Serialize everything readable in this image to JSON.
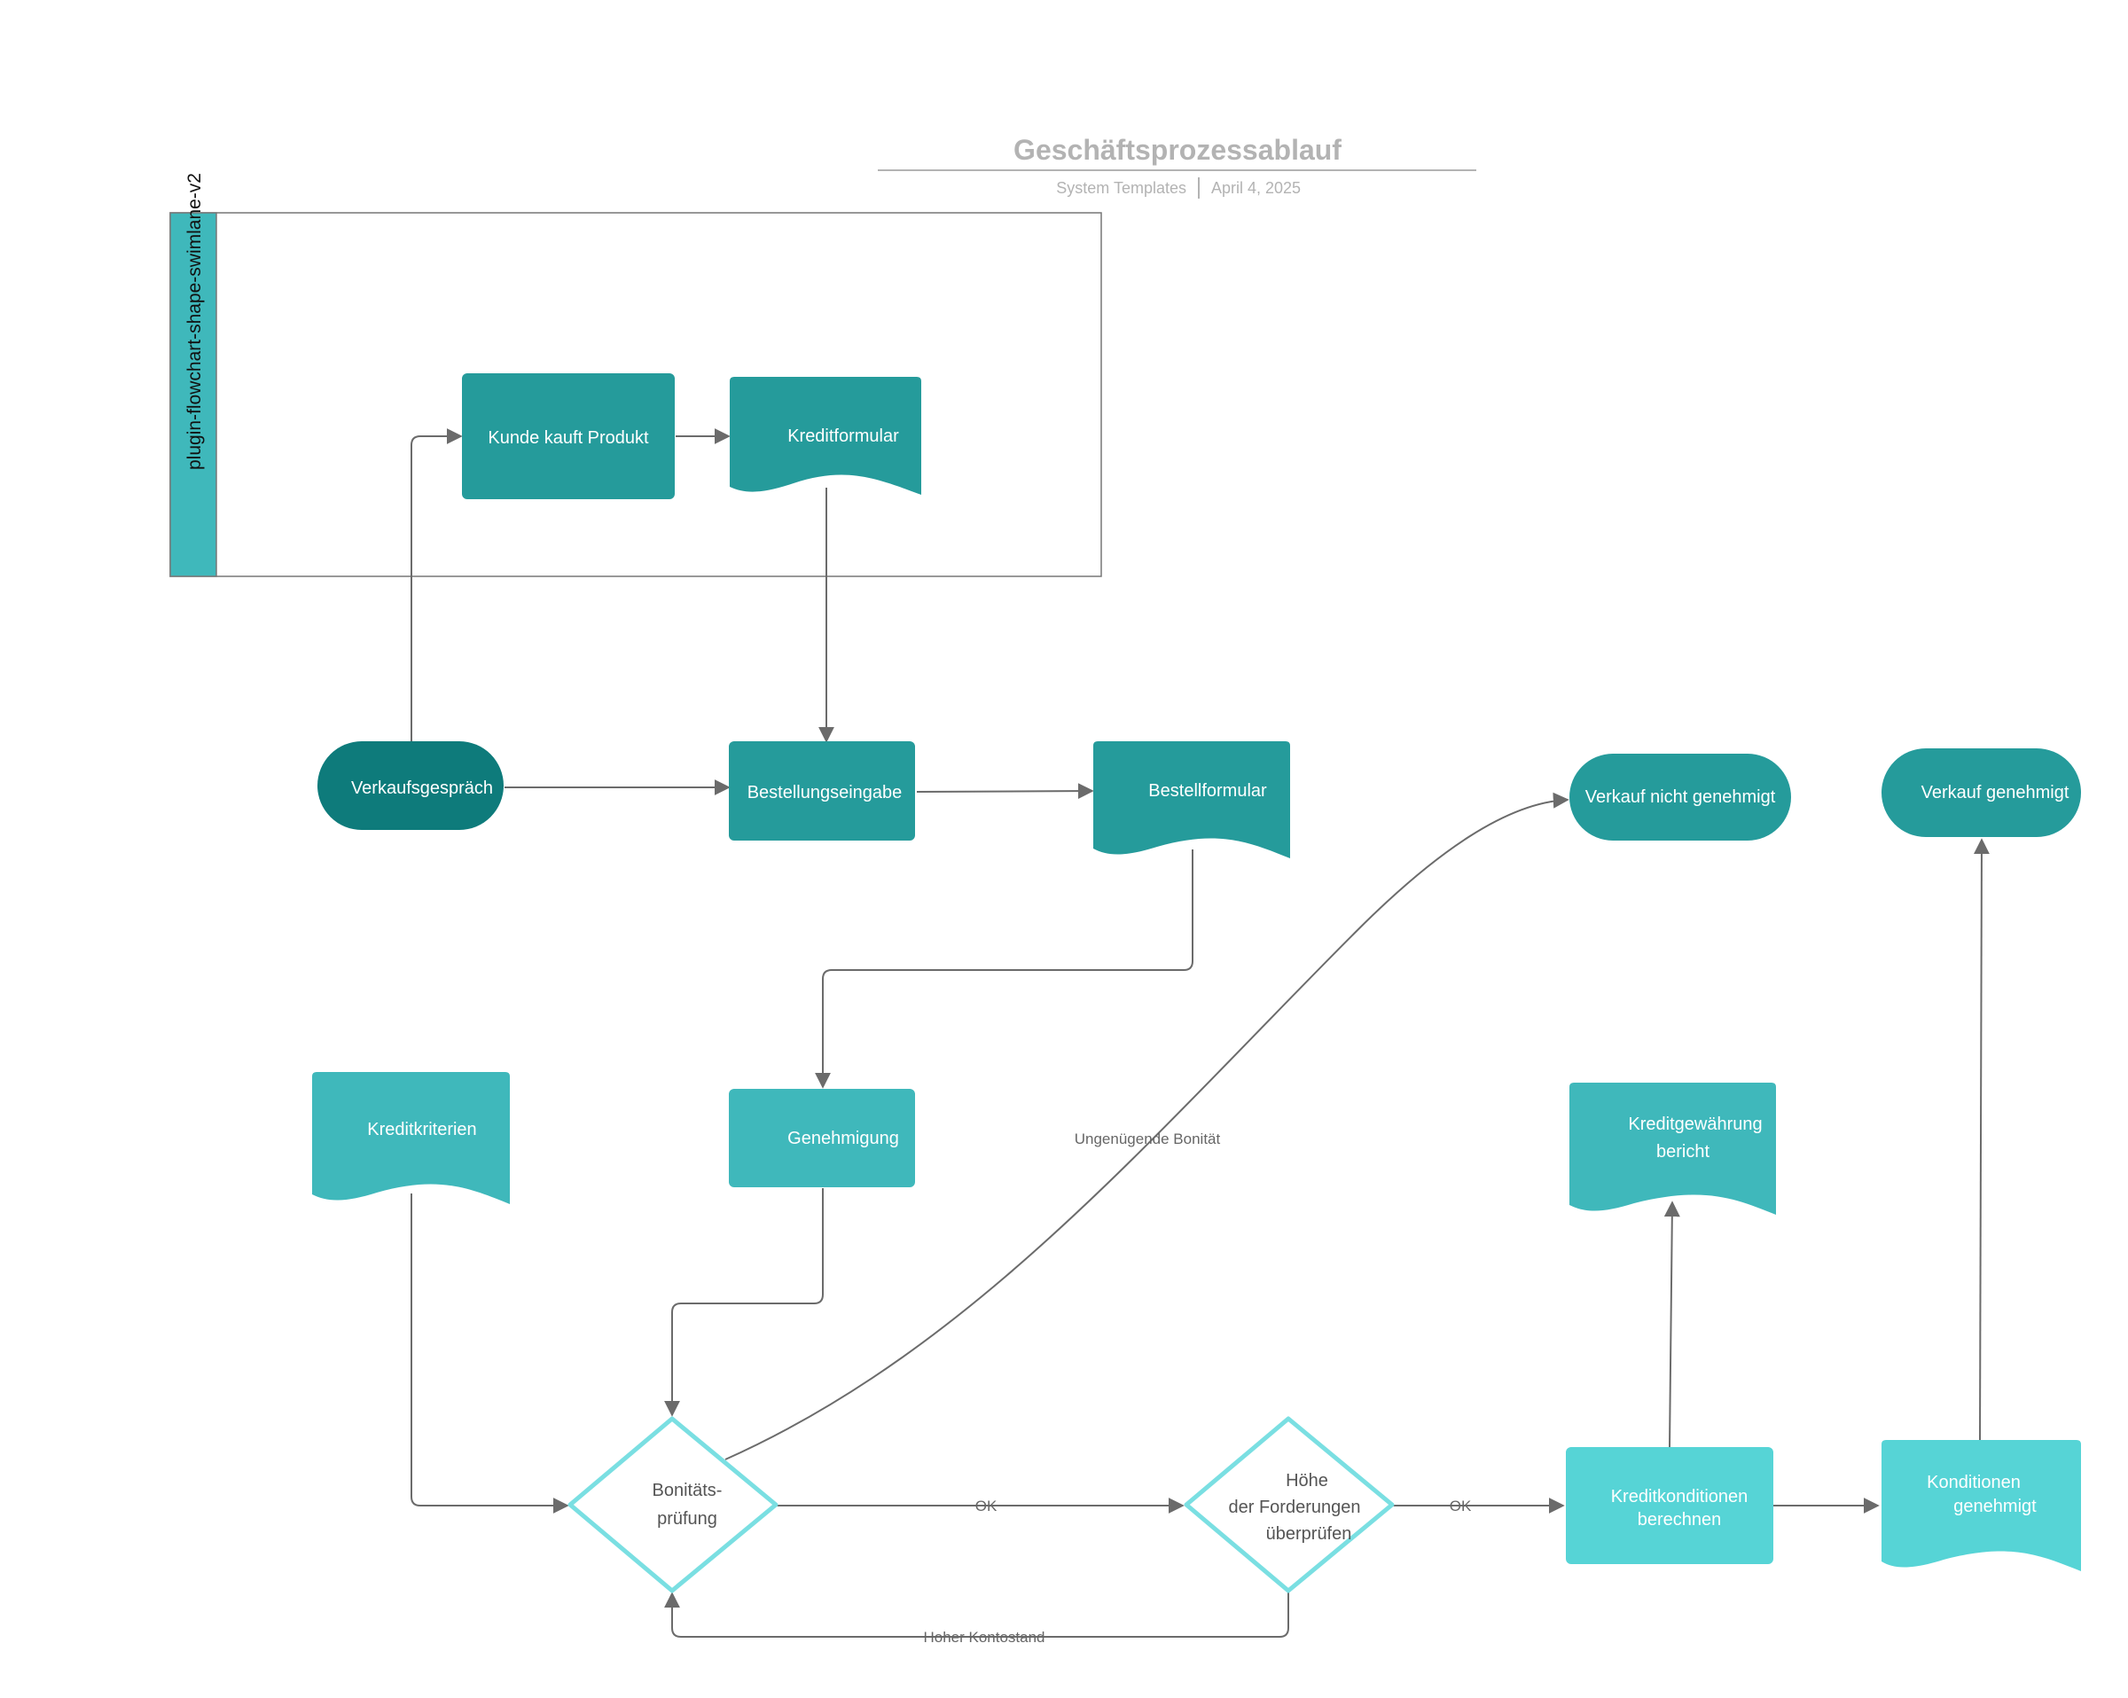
{
  "header": {
    "title": "Geschäftsprozessablauf",
    "subtitle_left": "System Templates",
    "subtitle_right": "April 4, 2025"
  },
  "swimlane": {
    "label": "plugin-flowchart-shape-swimlane-v2",
    "color": "#3fb8bb"
  },
  "colors": {
    "dark_teal": "#0e7b7b",
    "teal": "#259b9b",
    "mid_teal": "#3fb8bb",
    "light_teal": "#56d4d6",
    "diamond_stroke": "#7adfe2",
    "edge": "#6b6b6b"
  },
  "nodes": {
    "kunde_kauft": "Kunde kauft Produkt",
    "kreditformular": "Kreditformular",
    "verkaufsgesprach": "Verkaufsgespräch",
    "bestellungseingabe": "Bestellungseingabe",
    "bestellformular": "Bestellformular",
    "verkauf_nicht": "Verkauf nicht genehmigt",
    "verkauf_genehmigt": "Verkauf genehmigt",
    "kreditkriterien": "Kreditkriterien",
    "genehmigung": "Genehmigung",
    "kreditgewaehrung_1": "Kreditgewährung",
    "kreditgewaehrung_2": "bericht",
    "bonitaet_1": "Bonitäts-",
    "bonitaet_2": "prüfung",
    "hoehe_1": "Höhe",
    "hoehe_2": "der Forderungen",
    "hoehe_3": "überprüfen",
    "kreditkonditionen_1": "Kreditkonditionen",
    "kreditkonditionen_2": "berechnen",
    "konditionen_1": "Konditionen",
    "konditionen_2": "genehmigt"
  },
  "edge_labels": {
    "ungenuegend": "Ungenügende Bonität",
    "ok1": "OK",
    "ok2": "OK",
    "hoher_kontostand": "Hoher Kontostand"
  }
}
